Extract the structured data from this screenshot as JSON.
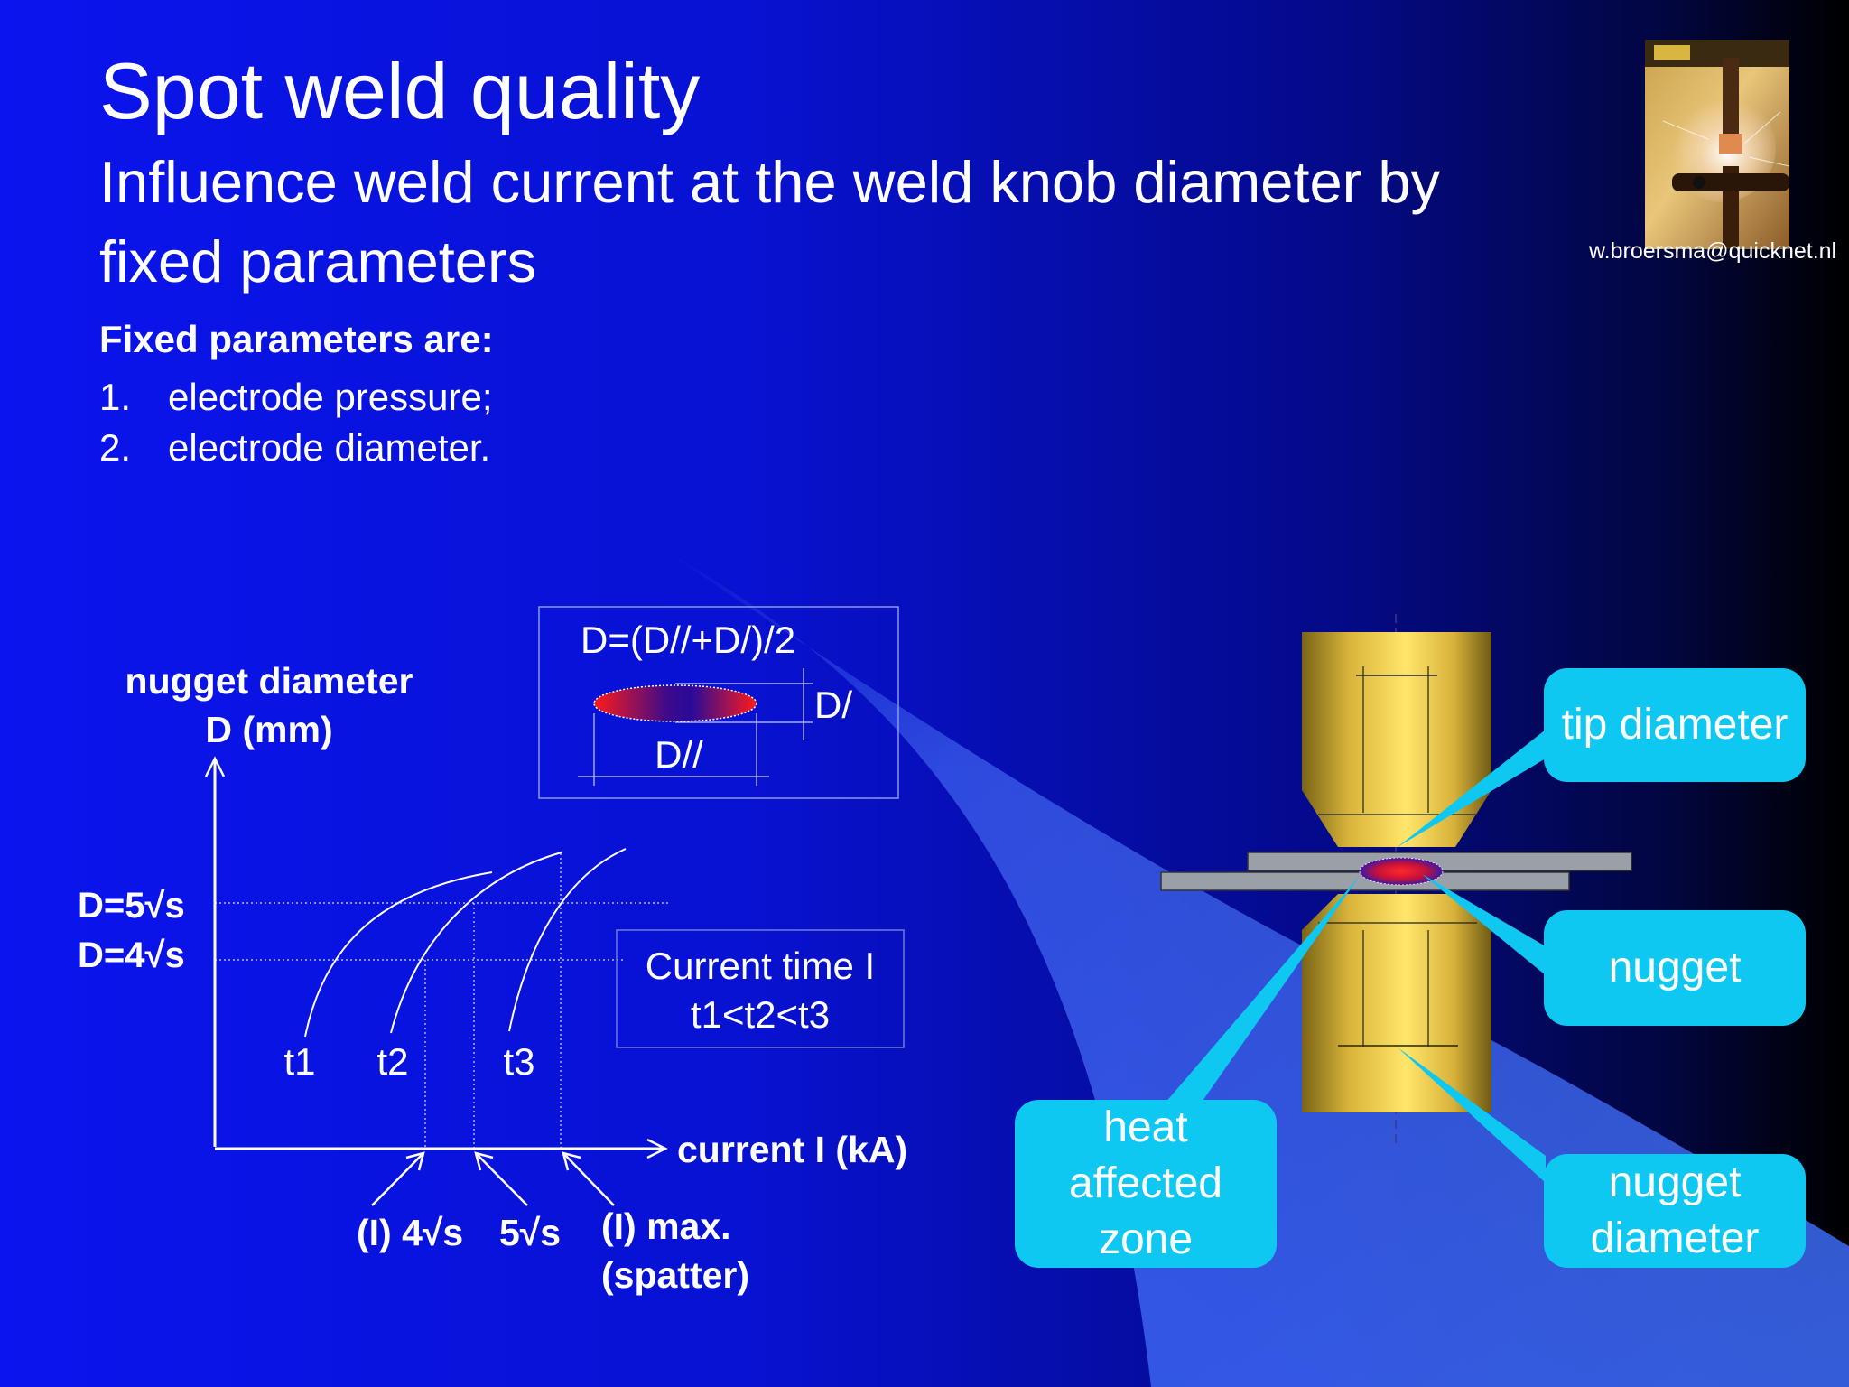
{
  "title": "Spot weld quality",
  "subtitle": "Influence weld current at the weld knob diameter by fixed parameters",
  "contact_email": "w.broersma@quicknet.nl",
  "fixed_params": {
    "heading": "Fixed parameters are:",
    "items": [
      {
        "num": "1.",
        "text": "electrode pressure;"
      },
      {
        "num": "2.",
        "text": "electrode diameter."
      }
    ]
  },
  "graph": {
    "y_label_line1": "nugget diameter",
    "y_label_line2": "D (mm)",
    "x_label": "current I (kA)",
    "y_ticks": [
      "D=5√s",
      "D=4√s"
    ],
    "curves": [
      "t1",
      "t2",
      "t3"
    ],
    "x_markers": [
      "(I) 4√s",
      "5√s"
    ],
    "max_label_line1": "(I) max.",
    "max_label_line2": "(spatter)",
    "legend_line1": "Current time I",
    "legend_line2": "t1<t2<t3"
  },
  "formula_box": {
    "formula": "D=(D//+D/)/2",
    "d_perp": "D/",
    "d_par": "D//"
  },
  "callouts": {
    "tip_diameter": "tip diameter",
    "nugget": "nugget",
    "haz_line1": "heat",
    "haz_line2": "affected",
    "haz_line3": "zone",
    "nugget_diameter_line1": "nugget",
    "nugget_diameter_line2": "diameter"
  },
  "colors": {
    "background_blue": "#0a14ee",
    "callout_cyan": "#0ec8f2",
    "electrode_gold": "#f5d44a",
    "beam_blue": "#4f7bff"
  }
}
